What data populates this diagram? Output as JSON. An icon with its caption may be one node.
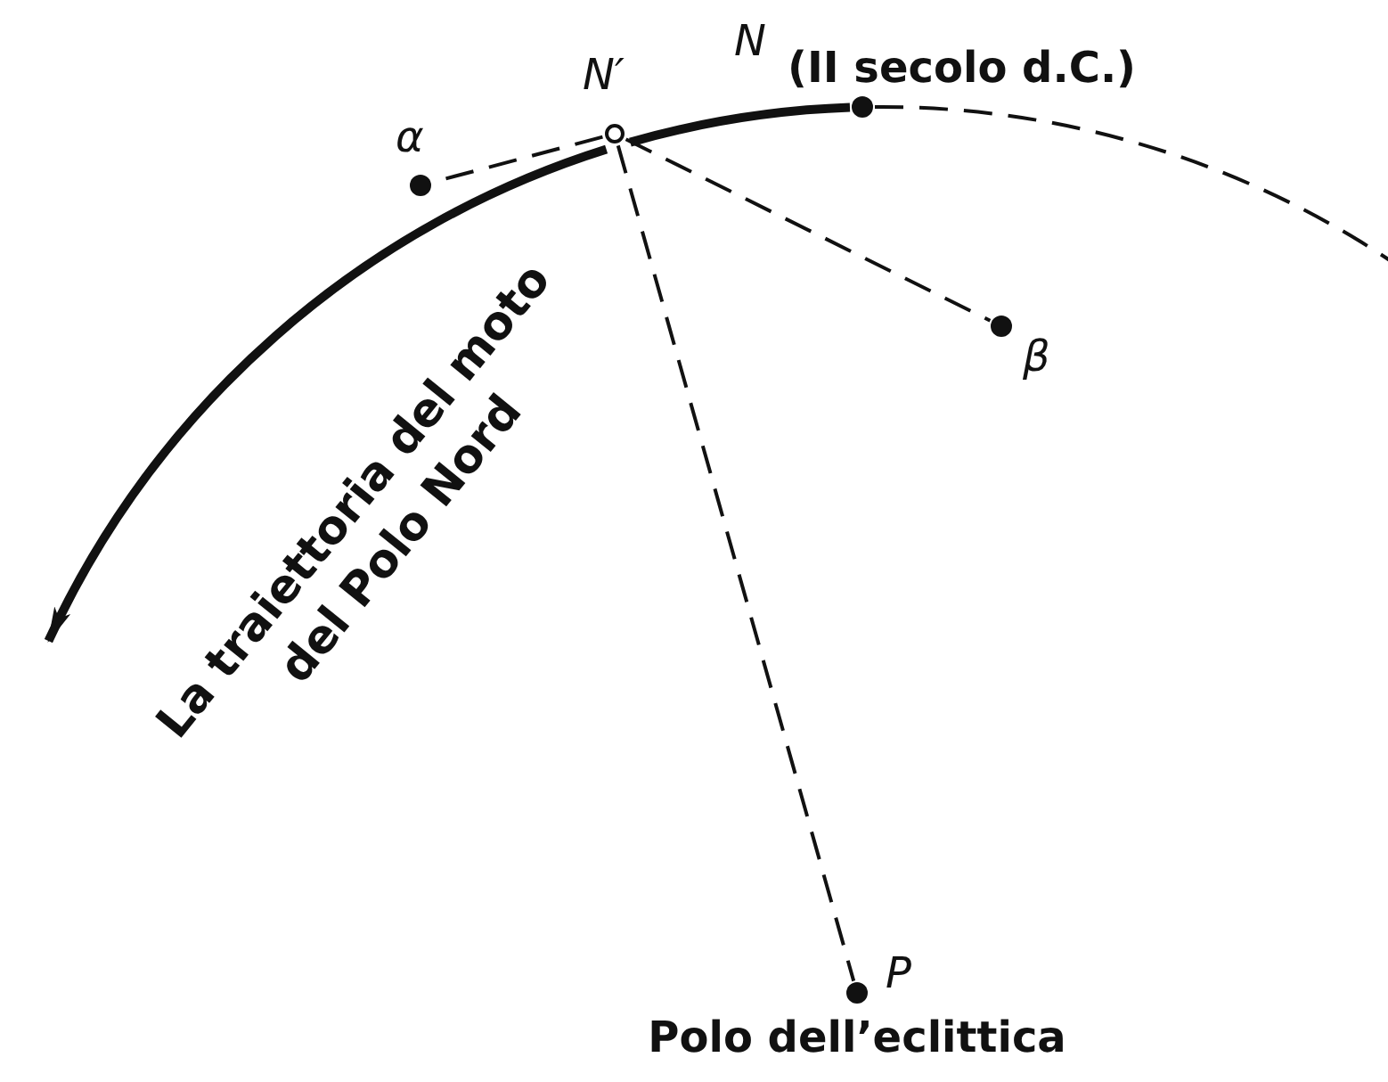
{
  "diagram": {
    "nodes": [
      {
        "text": [
          "α"
        ]
      },
      {
        "text": [
          "N′"
        ]
      },
      {
        "text": [
          "N"
        ],
        "beside": [
          "(II secolo d.C.)"
        ]
      },
      {
        "text": [
          "β"
        ]
      },
      {
        "text": [
          "P"
        ],
        "beside": [
          "Polo dell’eclittica"
        ]
      }
    ],
    "edges": [
      {
        "from": 1,
        "to": 0,
        "arrow": "none",
        "style": "dashed"
      },
      {
        "from": 1,
        "to": 3,
        "arrow": "none",
        "style": "dashed"
      },
      {
        "from": 1,
        "to": 4,
        "arrow": "none",
        "style": "dashed"
      },
      {
        "from": 2,
        "to": 1,
        "arrow": "none",
        "style": "thick"
      },
      {
        "from": 1,
        "to": null,
        "arrow": "to",
        "style": "thick",
        "label": "La traiettoria del moto del Polo Nord"
      },
      {
        "from": 2,
        "to": null,
        "arrow": "none",
        "style": "dashed"
      }
    ]
  }
}
